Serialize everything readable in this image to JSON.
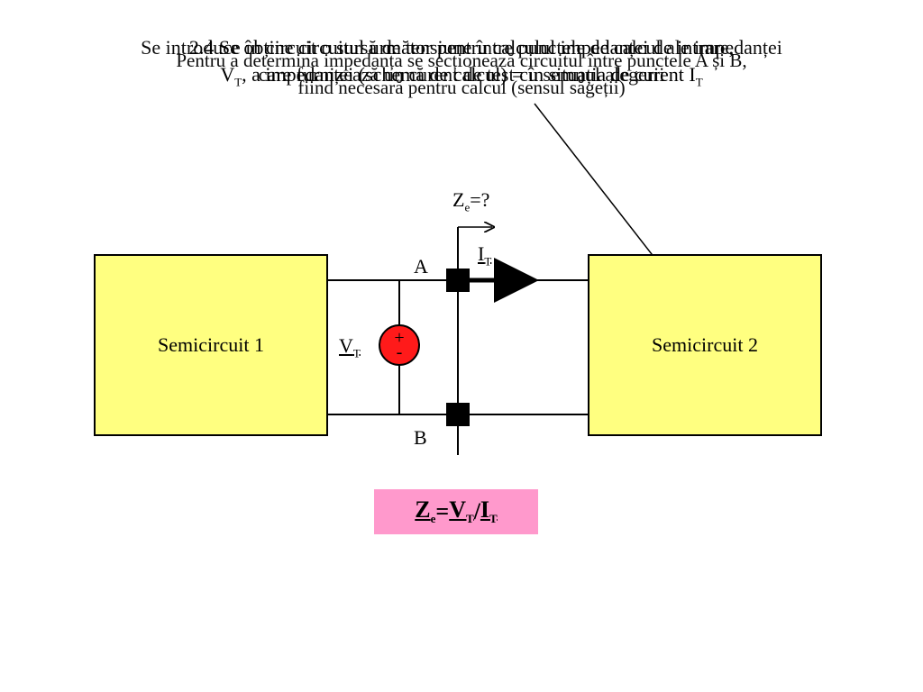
{
  "title_lines": {
    "a": [
      "2.4 Se obține circuitul următor pentru calculul impedanței de intrare,",
      "V",
      "T",
      ", a impedanței (schemă de calcul) = în situația de curent I",
      "T"
    ],
    "b": [
      "Se introduce în circuit o sursă de tensiune între punctele de calcul ale impedanței",
      "care furnizează un curent de test cu semnul alegerii"
    ],
    "c": [
      "Pentru a determina impedanța se secționează circuitul între punctele A și B,",
      "fiind necesară pentru calcul (sensul săgeții)"
    ]
  },
  "blocks": {
    "left": "Semicircuit 1",
    "right": "Semicircuit 2"
  },
  "labels": {
    "ze_main": "Z",
    "ze_sub": "e",
    "ze_suffix": "=?",
    "it_main": "I",
    "it_sub": "T",
    "node_a": "A",
    "node_b": "B",
    "vt_main": "V",
    "vt_sub": "T",
    "plus": "+",
    "minus": "-"
  },
  "formula": {
    "z": "Z",
    "z_sub": "e",
    "eq": "=",
    "v": "V",
    "v_sub": "T",
    "slash": "/",
    "i": "I",
    "i_sub": "T"
  },
  "colors": {
    "block_fill": "#ffff80",
    "source_fill": "#ff1a1a",
    "formula_fill": "#ff99cc"
  }
}
